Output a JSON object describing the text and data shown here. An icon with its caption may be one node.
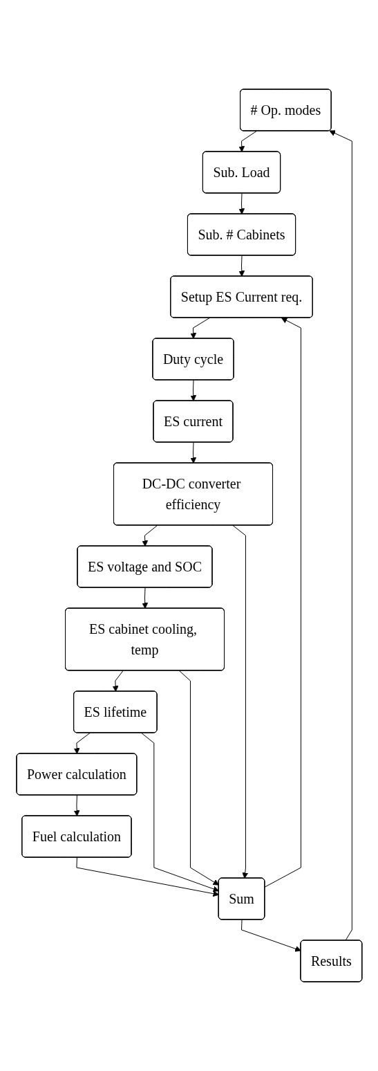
{
  "diagram": {
    "nodes": [
      {
        "text": [
          "# Op. modes"
        ]
      },
      {
        "text": [
          "Sub. Load"
        ]
      },
      {
        "text": [
          "Sub. # Cabinets"
        ]
      },
      {
        "text": [
          "Setup ES Current req."
        ]
      },
      {
        "text": [
          "Duty cycle"
        ]
      },
      {
        "text": [
          "ES current"
        ]
      },
      {
        "text": [
          "DC-DC converter efficiency"
        ]
      },
      {
        "text": [
          "ES voltage and SOC"
        ]
      },
      {
        "text": [
          "ES cabinet cooling, temp"
        ]
      },
      {
        "text": [
          "ES lifetime"
        ]
      },
      {
        "text": [
          "Power calculation"
        ]
      },
      {
        "text": [
          "Fuel calculation"
        ]
      },
      {
        "text": [
          "Sum"
        ]
      },
      {
        "text": [
          "Results"
        ]
      }
    ],
    "edges": [
      {
        "from": 0,
        "to": 1,
        "arrow": "to"
      },
      {
        "from": 1,
        "to": 2,
        "arrow": "to"
      },
      {
        "from": 2,
        "to": 3,
        "arrow": "to"
      },
      {
        "from": 3,
        "to": 4,
        "arrow": "to"
      },
      {
        "from": 4,
        "to": 5,
        "arrow": "to"
      },
      {
        "from": 5,
        "to": 6,
        "arrow": "to"
      },
      {
        "from": 6,
        "to": 7,
        "arrow": "to"
      },
      {
        "from": 7,
        "to": 8,
        "arrow": "to"
      },
      {
        "from": 8,
        "to": 9,
        "arrow": "to"
      },
      {
        "from": 9,
        "to": 10,
        "arrow": "to"
      },
      {
        "from": 10,
        "to": 11,
        "arrow": "to"
      },
      {
        "from": 11,
        "to": 12,
        "arrow": "to"
      },
      {
        "from": 6,
        "to": 12,
        "arrow": "to"
      },
      {
        "from": 8,
        "to": 12,
        "arrow": "to"
      },
      {
        "from": 9,
        "to": 12,
        "arrow": "to"
      },
      {
        "from": 12,
        "to": 13,
        "arrow": "to"
      },
      {
        "from": 12,
        "to": 3,
        "arrow": "to"
      },
      {
        "from": 13,
        "to": 0,
        "arrow": "to"
      }
    ]
  }
}
